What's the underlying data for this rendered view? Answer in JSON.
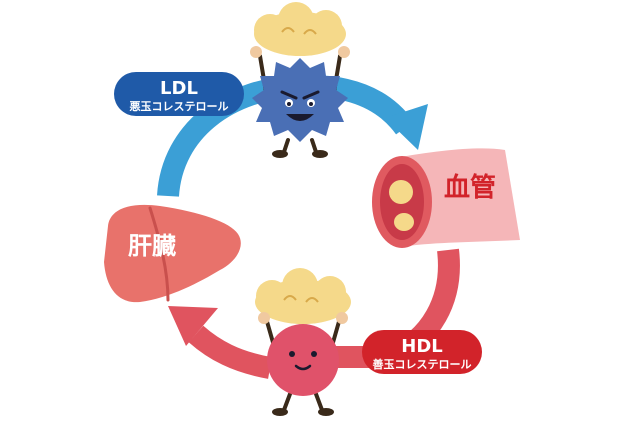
{
  "labels": {
    "ldl": {
      "title": "LDL",
      "subtitle": "悪玉コレステロール"
    },
    "hdl": {
      "title": "HDL",
      "subtitle": "善玉コレステロール"
    },
    "blood_vessel": "血管",
    "liver": "肝臓"
  },
  "colors": {
    "blue_arrow": "#3b9fd6",
    "red_arrow": "#e0545f",
    "ldl_badge": "#1f5aa8",
    "hdl_badge": "#d2232a",
    "ldl_body": "#4a6fb5",
    "hdl_body": "#e0526a",
    "liver": "#e8726b",
    "vessel": "#f5b6b8",
    "vessel_text": "#d2232a",
    "liver_text": "#ffffff",
    "fat": "#f5d98a"
  }
}
